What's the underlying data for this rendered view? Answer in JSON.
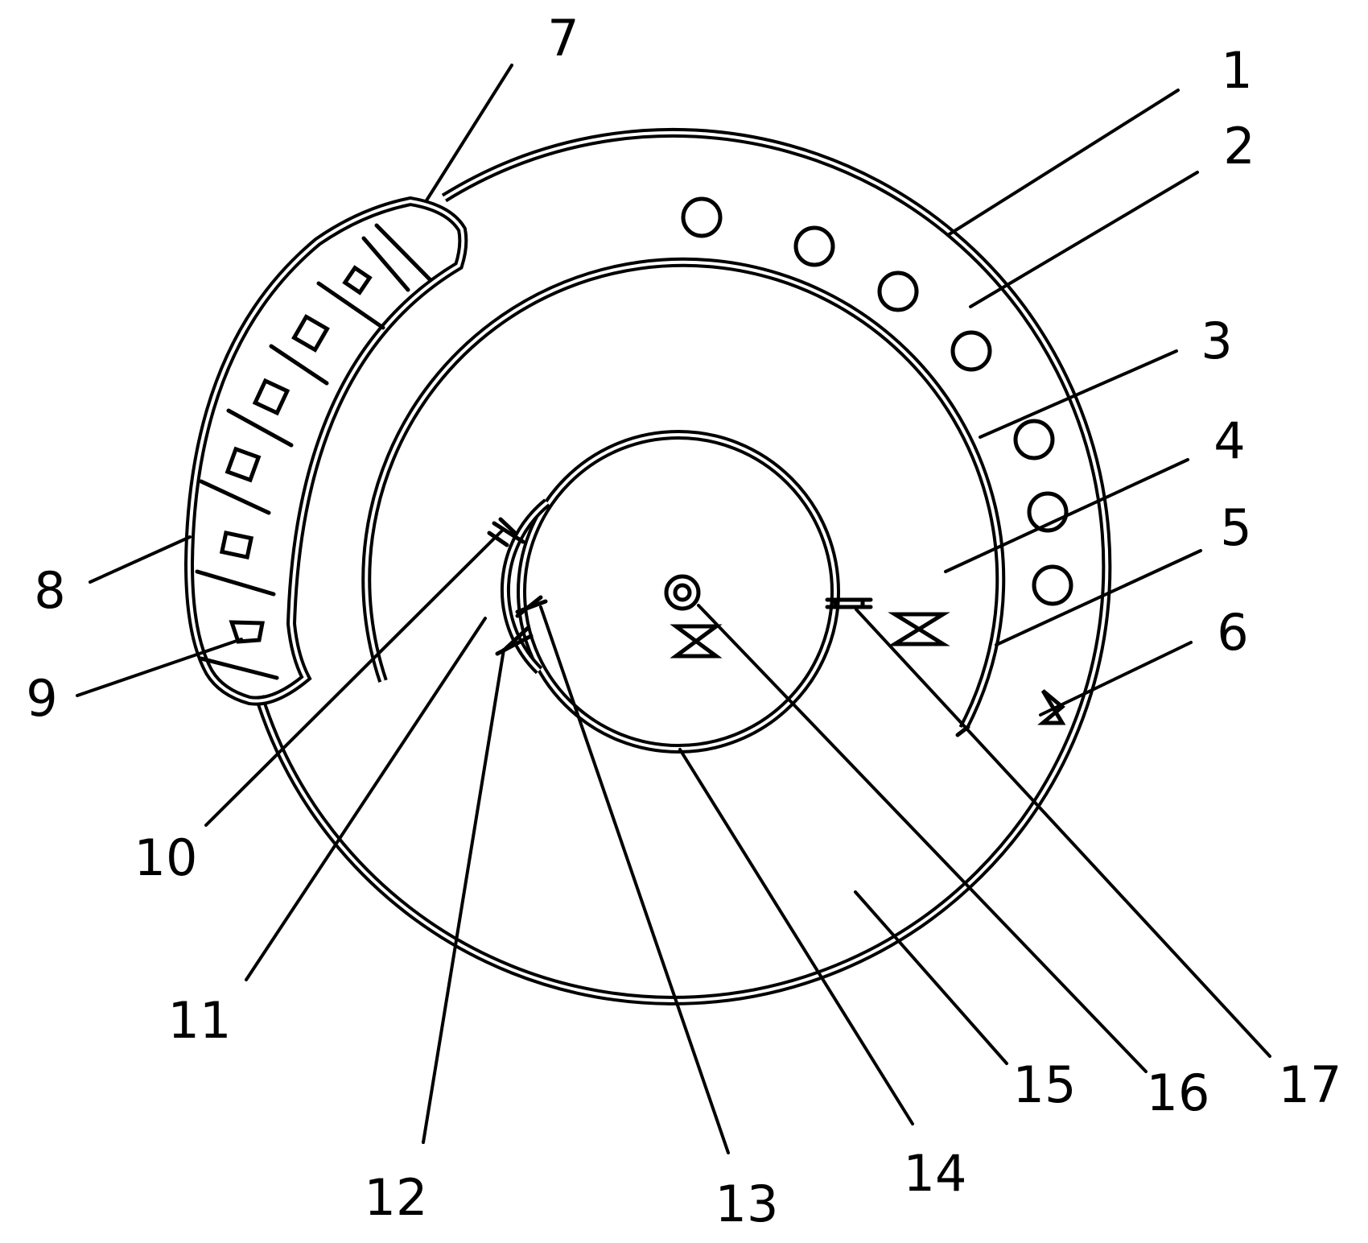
{
  "colors": {
    "line": "#000000",
    "background": "#ffffff"
  },
  "labels": [
    {
      "id": "1",
      "text": "1"
    },
    {
      "id": "2",
      "text": "2"
    },
    {
      "id": "3",
      "text": "3"
    },
    {
      "id": "4",
      "text": "4"
    },
    {
      "id": "5",
      "text": "5"
    },
    {
      "id": "6",
      "text": "6"
    },
    {
      "id": "7",
      "text": "7"
    },
    {
      "id": "8",
      "text": "8"
    },
    {
      "id": "9",
      "text": "9"
    },
    {
      "id": "10",
      "text": "10"
    },
    {
      "id": "11",
      "text": "11"
    },
    {
      "id": "12",
      "text": "12"
    },
    {
      "id": "13",
      "text": "13"
    },
    {
      "id": "14",
      "text": "14"
    },
    {
      "id": "15",
      "text": "15"
    },
    {
      "id": "16",
      "text": "16"
    },
    {
      "id": "17",
      "text": "17"
    }
  ]
}
